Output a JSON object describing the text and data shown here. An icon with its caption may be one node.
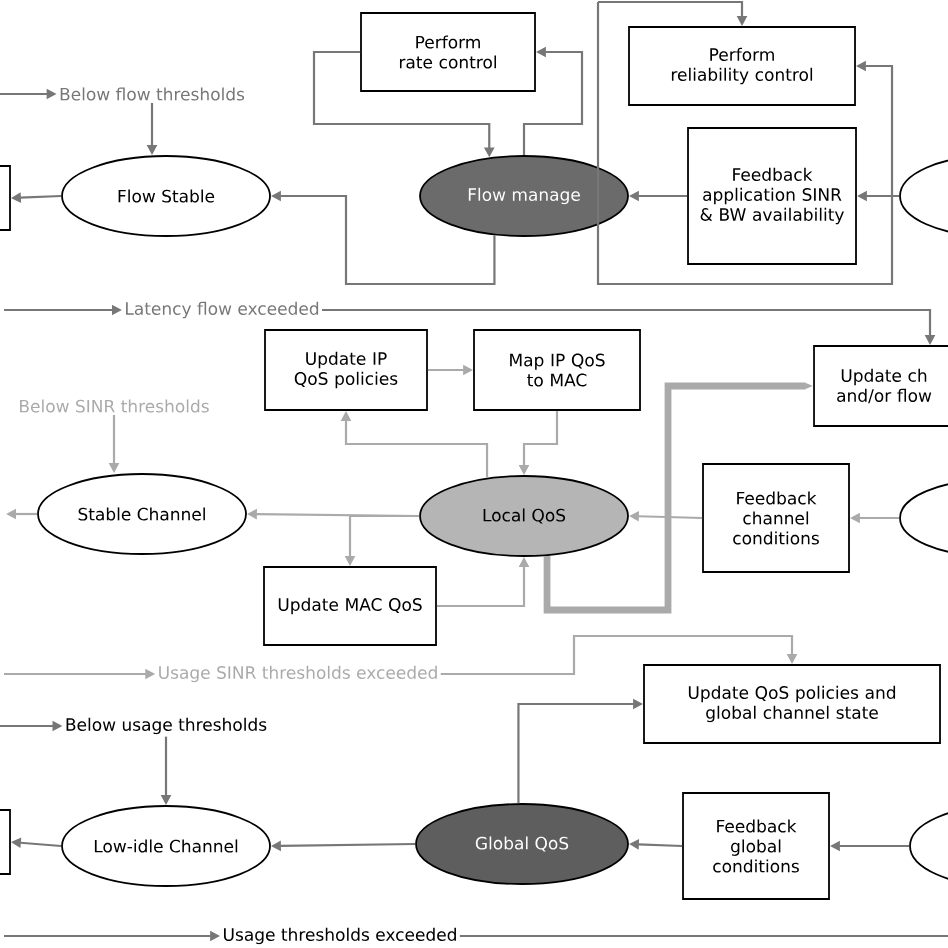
{
  "diagram": {
    "nodes": [
      {
        "text": [
          "Perform rate control"
        ]
      },
      {
        "text": [
          "Perform reliability control"
        ]
      },
      {
        "text": [
          "Below flow thresholds"
        ]
      },
      {
        "text": [],
        "shape": "box"
      },
      {
        "text": [
          "Flow Stable"
        ]
      },
      {
        "text": [
          "Flow manage"
        ]
      },
      {
        "text": [
          "Feedback application SINR & BW availability"
        ]
      },
      {
        "text": [],
        "shape": "ellipse"
      },
      {
        "text": [
          "Latency flow exceeded"
        ]
      },
      {
        "text": [
          "Update IP QoS policies"
        ]
      },
      {
        "text": [
          "Map IP QoS to MAC"
        ]
      },
      {
        "text": [
          "Update ch and/or flow"
        ]
      },
      {
        "text": [
          "Below SINR thresholds"
        ]
      },
      {
        "text": [
          "Stable Channel"
        ]
      },
      {
        "text": [
          "Local QoS"
        ]
      },
      {
        "text": [
          "Feedback channel conditions"
        ]
      },
      {
        "text": [],
        "shape": "ellipse"
      },
      {
        "text": [
          "Update MAC QoS"
        ]
      },
      {
        "text": [
          "Usage SINR thresholds exceeded"
        ]
      },
      {
        "text": [
          "Update QoS policies and global channel state"
        ]
      },
      {
        "text": [
          "Below usage thresholds"
        ]
      },
      {
        "text": [],
        "shape": "box"
      },
      {
        "text": [
          "Low-idle Channel"
        ]
      },
      {
        "text": [
          "Global QoS"
        ]
      },
      {
        "text": [
          "Feedback global conditions"
        ]
      },
      {
        "text": [],
        "shape": "ellipse"
      },
      {
        "text": [
          "Usage thresholds exceeded"
        ]
      }
    ],
    "edges": [
      {
        "from": 5,
        "to": 0,
        "arrow": "to"
      },
      {
        "from": 0,
        "to": 5,
        "arrow": "to"
      },
      {
        "from": null,
        "to": 1,
        "arrow": "to"
      },
      {
        "from": null,
        "to": 1,
        "arrow": "to"
      },
      {
        "from": null,
        "to": 2,
        "arrow": "to"
      },
      {
        "from": 2,
        "to": 4,
        "arrow": "to"
      },
      {
        "from": 4,
        "to": 3,
        "arrow": "to"
      },
      {
        "from": 5,
        "to": 4,
        "arrow": "to"
      },
      {
        "from": 6,
        "to": 5,
        "arrow": "to"
      },
      {
        "from": 7,
        "to": 6,
        "arrow": "to"
      },
      {
        "from": null,
        "to": 8,
        "arrow": "to"
      },
      {
        "from": 8,
        "to": 11,
        "arrow": "to"
      },
      {
        "from": 9,
        "to": 10,
        "arrow": "to",
        "color": "#aaaaaa"
      },
      {
        "from": 10,
        "to": 14,
        "arrow": "to",
        "color": "#aaaaaa"
      },
      {
        "from": 14,
        "to": 9,
        "arrow": "to",
        "color": "#aaaaaa"
      },
      {
        "from": 12,
        "to": 13,
        "arrow": "to",
        "color": "#aaaaaa"
      },
      {
        "from": 14,
        "to": 13,
        "arrow": "to",
        "color": "#aaaaaa"
      },
      {
        "from": 14,
        "to": 17,
        "arrow": "to",
        "color": "#aaaaaa"
      },
      {
        "from": 13,
        "to": null,
        "arrow": "to",
        "color": "#aaaaaa"
      },
      {
        "from": 17,
        "to": 14,
        "arrow": "to",
        "color": "#aaaaaa"
      },
      {
        "from": 15,
        "to": 14,
        "arrow": "to",
        "color": "#aaaaaa"
      },
      {
        "from": 16,
        "to": 15,
        "arrow": "to",
        "color": "#aaaaaa"
      },
      {
        "from": 14,
        "to": 11,
        "arrow": "to",
        "style": "thick",
        "color": "#aaaaaa"
      },
      {
        "from": null,
        "to": 18,
        "arrow": "to",
        "color": "#aaaaaa"
      },
      {
        "from": 18,
        "to": 19,
        "arrow": "to",
        "color": "#aaaaaa"
      },
      {
        "from": 23,
        "to": 19,
        "arrow": "to"
      },
      {
        "from": null,
        "to": 20,
        "arrow": "to"
      },
      {
        "from": 20,
        "to": 22,
        "arrow": "to"
      },
      {
        "from": 23,
        "to": 22,
        "arrow": "to"
      },
      {
        "from": 22,
        "to": 21,
        "arrow": "to"
      },
      {
        "from": 24,
        "to": 23,
        "arrow": "to"
      },
      {
        "from": 25,
        "to": 24,
        "arrow": "to"
      },
      {
        "from": null,
        "to": 26,
        "arrow": "to"
      },
      {
        "from": 26,
        "to": null,
        "arrow": "none"
      }
    ]
  }
}
